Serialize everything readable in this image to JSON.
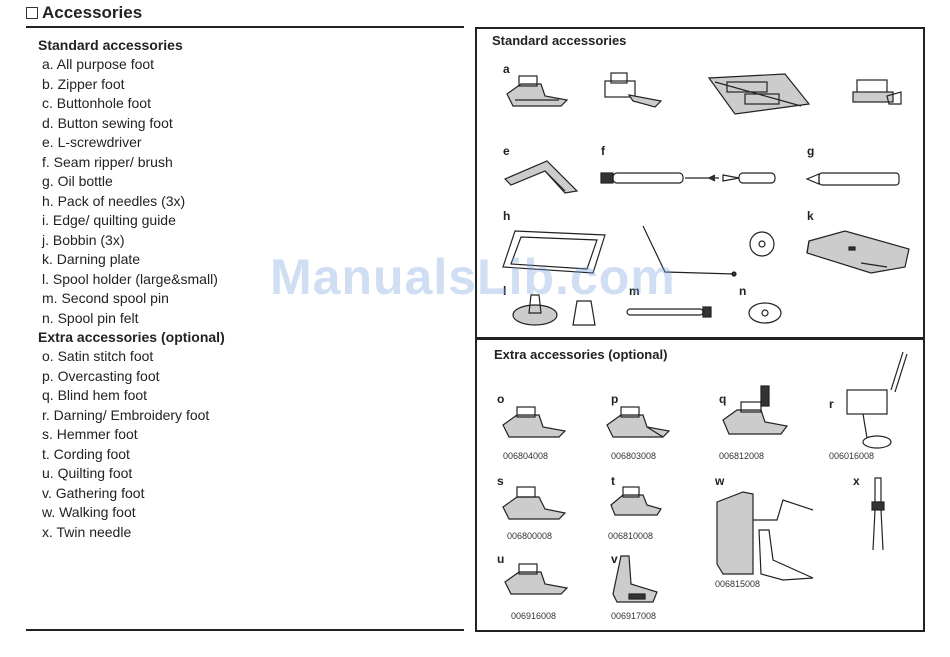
{
  "title": "Accessories",
  "left": {
    "standard_heading": "Standard accessories",
    "standard_items": [
      "a. All purpose foot",
      "b. Zipper foot",
      "c. Buttonhole foot",
      "d. Button sewing foot",
      "e. L-screwdriver",
      "f.  Seam ripper/ brush",
      "g. Oil bottle",
      "h. Pack of needles (3x)",
      "i.  Edge/ quilting guide",
      "j.  Bobbin (3x)",
      "k. Darning plate",
      "l.  Spool holder (large&small)",
      "m. Second spool pin",
      "n. Spool pin felt"
    ],
    "extra_heading": "Extra accessories (optional)",
    "extra_items": [
      "o. Satin stitch foot",
      "p. Overcasting foot",
      "q. Blind hem foot",
      "r.  Darning/ Embroidery foot",
      "s. Hemmer foot",
      "t.  Cording foot",
      "u. Quilting foot",
      "v. Gathering foot",
      "w. Walking foot",
      "x. Twin needle"
    ]
  },
  "panel1": {
    "heading": "Standard accessories",
    "labels": {
      "a": "a",
      "e": "e",
      "f": "f",
      "g": "g",
      "h": "h",
      "k": "k",
      "l": "l",
      "m": "m",
      "n": "n"
    }
  },
  "panel2": {
    "heading": "Extra  accessories (optional)",
    "labels": {
      "o": "o",
      "p": "p",
      "q": "q",
      "r": "r",
      "s": "s",
      "t": "t",
      "w": "w",
      "x": "x",
      "u": "u",
      "v": "v"
    },
    "codes": {
      "o": "006804008",
      "p": "006803008",
      "q": "006812008",
      "r": "006016008",
      "s": "006800008",
      "t": "006810008",
      "w": "006815008",
      "u": "006916008",
      "v": "006917008"
    }
  },
  "watermark": "ManualsLib.com",
  "icons": [
    "checkbox-icon"
  ]
}
